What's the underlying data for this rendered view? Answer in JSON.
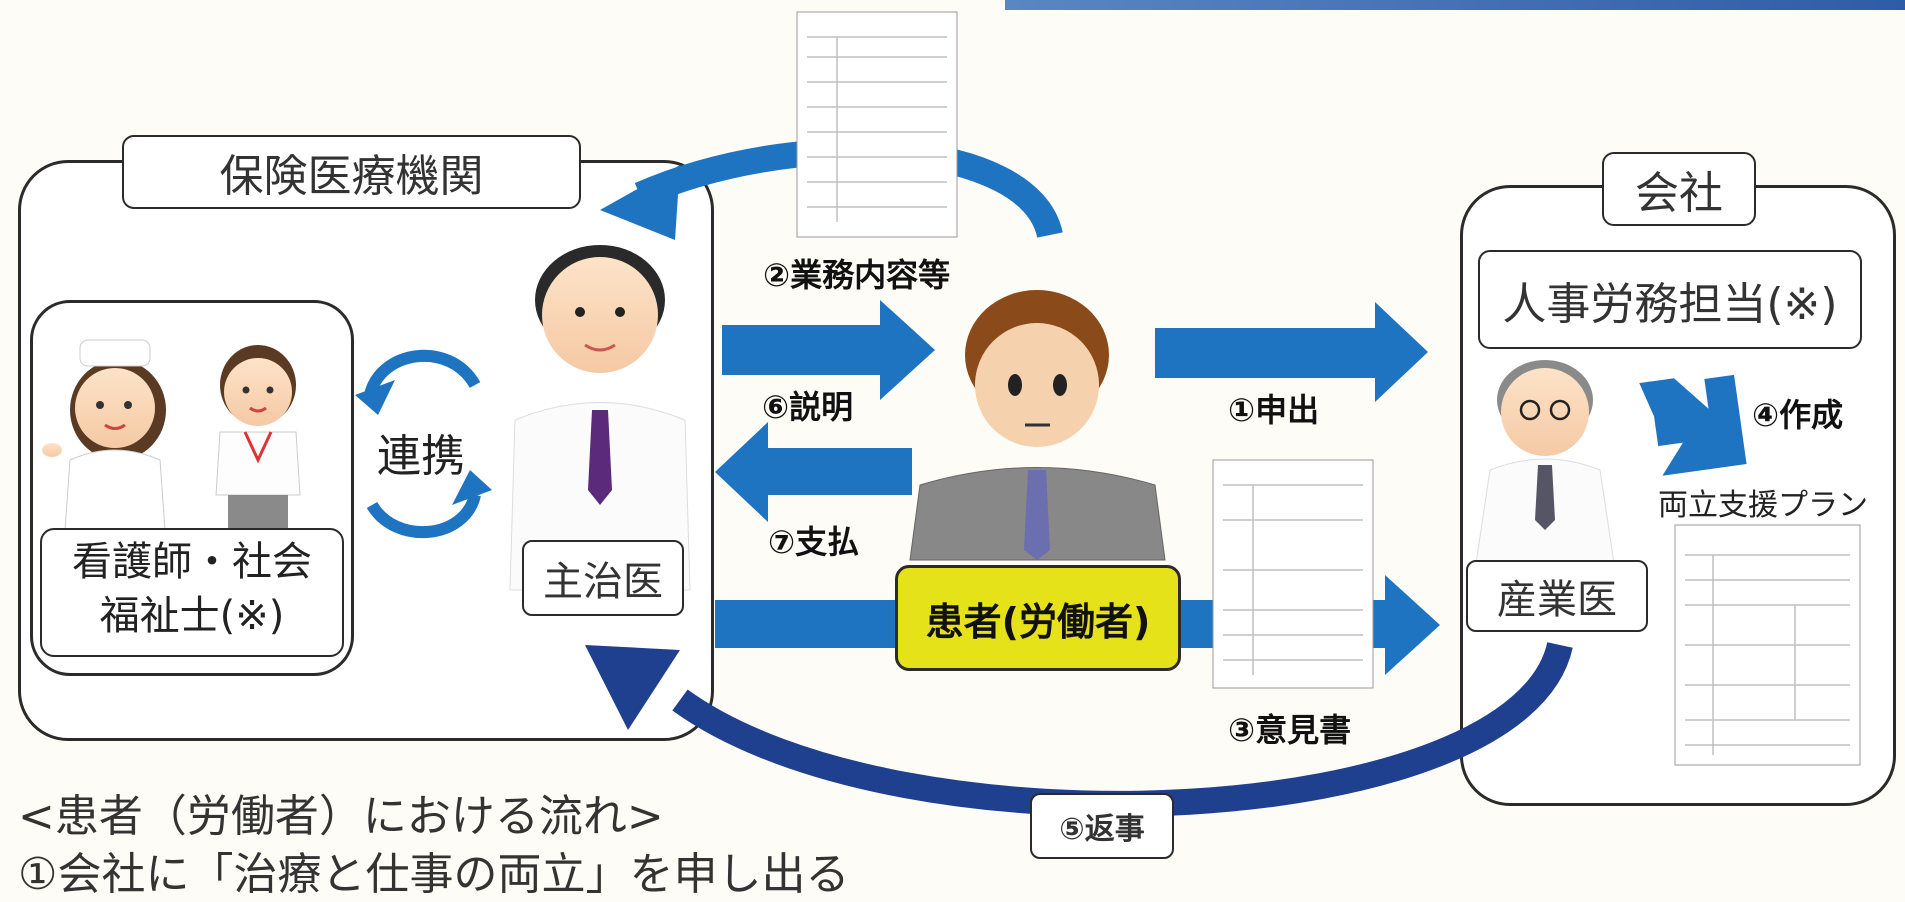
{
  "labels": {
    "hospital": "保険医療機関",
    "company": "会社",
    "hr": "人事労務担当(※)",
    "nurse_line1": "看護師・社会",
    "nurse_line2": "福祉士(※)",
    "renkei": "連携",
    "doctor": "主治医",
    "patient": "患者(労働者)",
    "sangyoi": "産業医",
    "plan": "両立支援プラン"
  },
  "steps": {
    "s1": "①申出",
    "s2": "②業務内容等",
    "s3": "③意見書",
    "s4": "④作成",
    "s5": "⑤返事",
    "s6": "⑥説明",
    "s7": "⑦支払"
  },
  "flow": {
    "heading": "<患者（労働者）における流れ>",
    "line1": "①会社に「治療と仕事の両立」を申し出る"
  },
  "colors": {
    "arrow": "#1f74c2",
    "arrow_dark": "#1f3f8f",
    "patient_badge": "#e6e21a",
    "topbar": "#3a6bb5"
  }
}
